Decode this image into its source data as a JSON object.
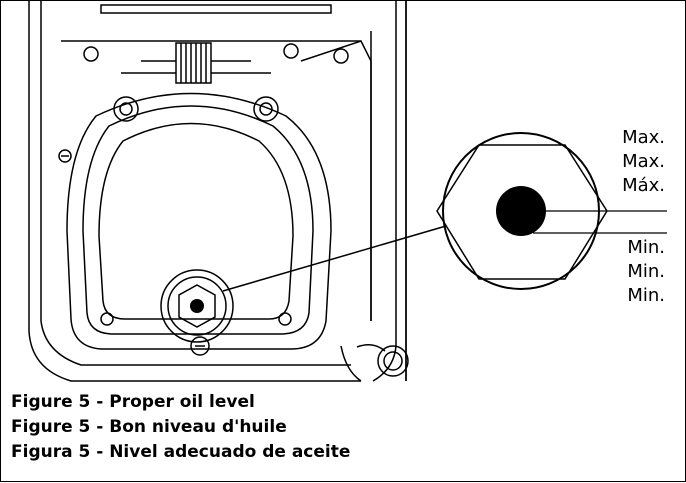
{
  "levels": {
    "max": [
      "Max.",
      "Max.",
      "Máx."
    ],
    "min": [
      "Min.",
      "Min.",
      "Min."
    ]
  },
  "captions": [
    "Figure 5 - Proper oil level",
    "Figure 5 - Bon niveau d'huile",
    "Figura 5 - Nivel adecuado de aceite"
  ]
}
